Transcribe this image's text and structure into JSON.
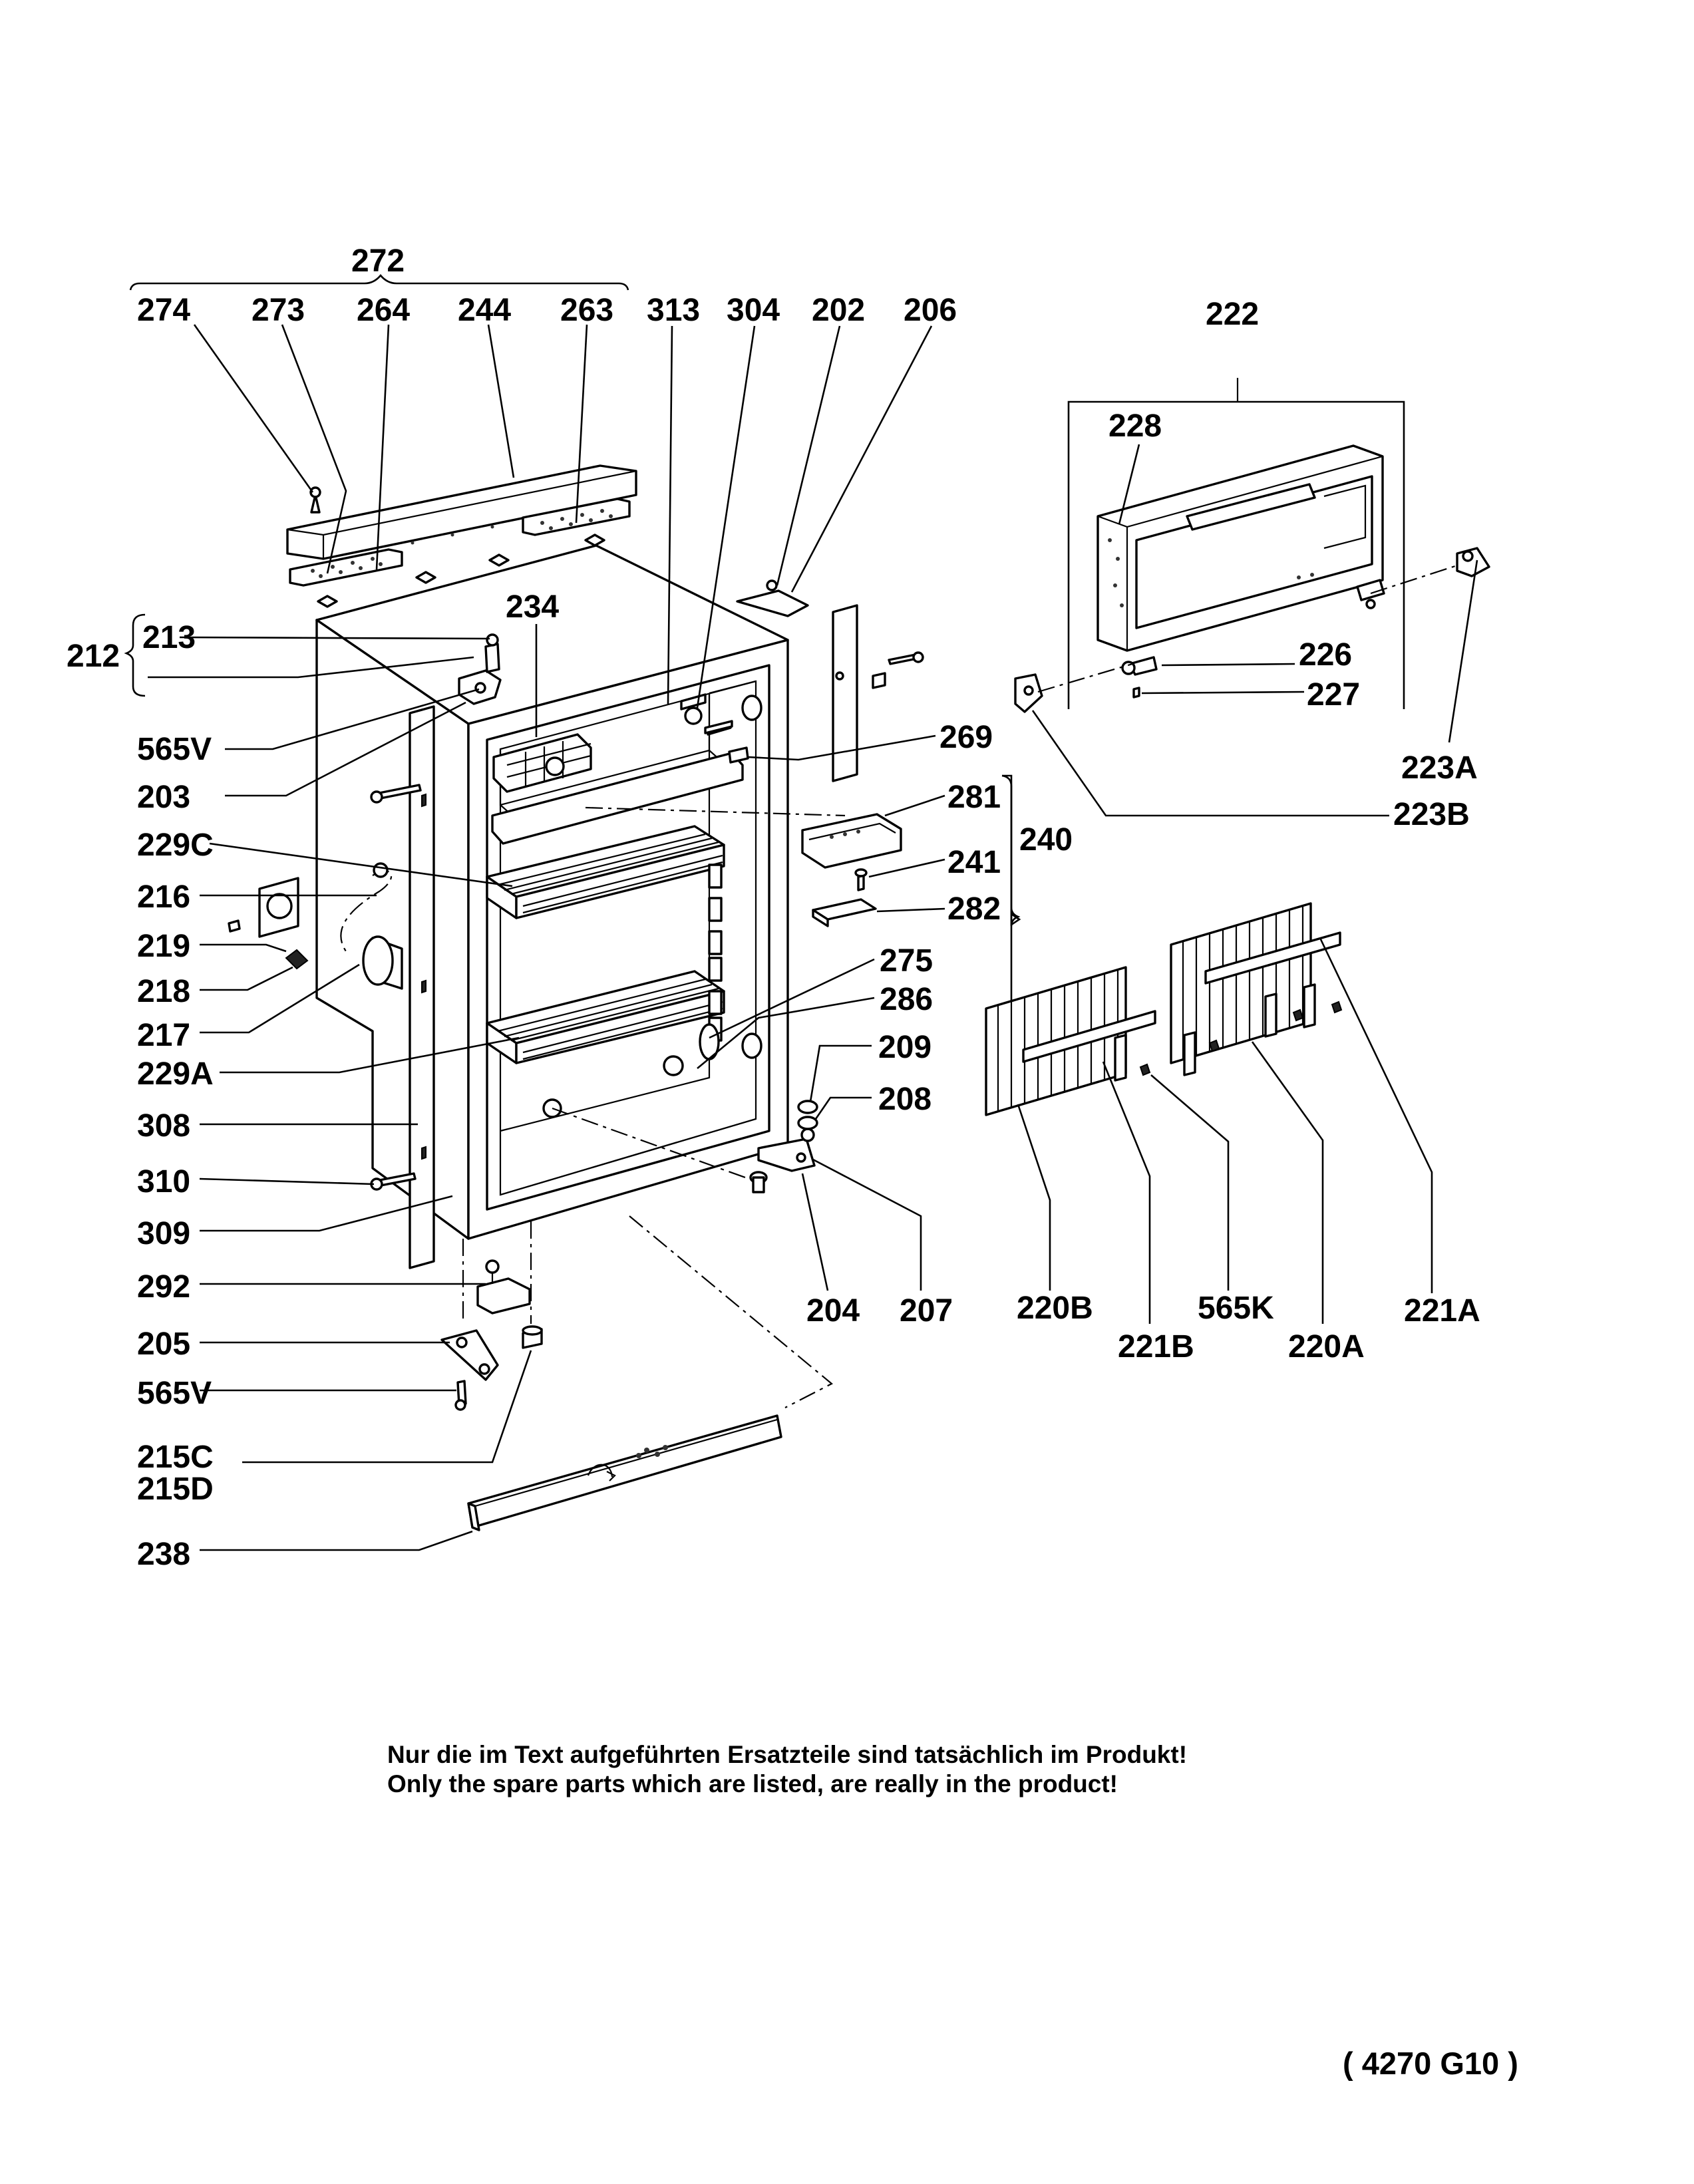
{
  "labels": {
    "l272": "272",
    "l274": "274",
    "l273": "273",
    "l264": "264",
    "l244": "244",
    "l263": "263",
    "l313": "313",
    "l304": "304",
    "l202": "202",
    "l206": "206",
    "l222": "222",
    "l228": "228",
    "l212": "212",
    "l213": "213",
    "l234": "234",
    "l226": "226",
    "l227": "227",
    "l565v_a": "565V",
    "l203": "203",
    "l269": "269",
    "l223a": "223A",
    "l223b": "223B",
    "l281": "281",
    "l240": "240",
    "l241": "241",
    "l282": "282",
    "l229c": "229C",
    "l216": "216",
    "l219": "219",
    "l218": "218",
    "l217": "217",
    "l275": "275",
    "l286": "286",
    "l229a": "229A",
    "l209": "209",
    "l208": "208",
    "l308": "308",
    "l310": "310",
    "l309": "309",
    "l292": "292",
    "l204": "204",
    "l207": "207",
    "l220b": "220B",
    "l565k": "565K",
    "l221a": "221A",
    "l221b": "221B",
    "l220a": "220A",
    "l205": "205",
    "l565v_b": "565V",
    "l215c": "215C",
    "l215d": "215D",
    "l238": "238"
  },
  "notes": {
    "german": "Nur die im Text aufgeführten Ersatzteile sind tatsächlich im Produkt!",
    "english": "Only the spare parts which are listed, are really in the product!"
  },
  "drawing_code": "( 4270  G10 )"
}
